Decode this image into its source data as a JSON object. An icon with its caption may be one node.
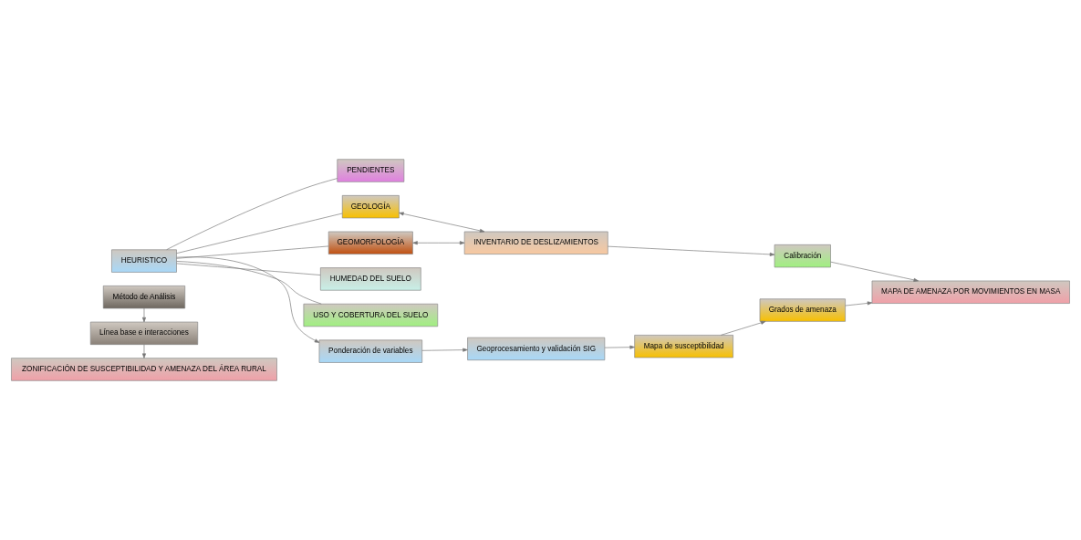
{
  "diagram": {
    "nodes": [
      {
        "text": [
          "Método de Análisis"
        ]
      },
      {
        "text": [
          "Línea base e interacciones"
        ]
      },
      {
        "text": [
          "ZONIFICACIÓN DE SUSCEPTIBILIDAD Y AMENAZA DEL ÁREA RURAL"
        ]
      },
      {
        "text": [
          "HEURISTICO"
        ]
      },
      {
        "text": [
          "PENDIENTES"
        ]
      },
      {
        "text": [
          "GEOLOGÍA"
        ]
      },
      {
        "text": [
          "GEOMORFOLOGÍA"
        ]
      },
      {
        "text": [
          "HUMEDAD DEL SUELO"
        ]
      },
      {
        "text": [
          "USO Y COBERTURA DEL SUELO"
        ]
      },
      {
        "text": [
          "INVENTARIO DE DESLIZAMIENTOS"
        ]
      },
      {
        "text": [
          "Geoprocesamiento y validación SIG"
        ]
      },
      {
        "text": [
          "Ponderación de variables"
        ]
      },
      {
        "text": [
          "Mapa de susceptibilidad"
        ]
      },
      {
        "text": [
          "Grados de amenaza"
        ]
      },
      {
        "text": [
          "MAPA DE AMENAZA POR MOVIMIENTOS EN MASA"
        ]
      },
      {
        "text": [
          "Calibración"
        ]
      }
    ],
    "edges": [
      {
        "from": 0,
        "to": 1,
        "arrow": "to"
      },
      {
        "from": 1,
        "to": 2,
        "arrow": "to"
      },
      {
        "from": 3,
        "to": 4,
        "arrow": "none"
      },
      {
        "from": 3,
        "to": 5,
        "arrow": "none"
      },
      {
        "from": 3,
        "to": 6,
        "arrow": "none"
      },
      {
        "from": 3,
        "to": 7,
        "arrow": "none"
      },
      {
        "from": 3,
        "to": 8,
        "arrow": "none"
      },
      {
        "from": 3,
        "to": 11,
        "arrow": "to"
      },
      {
        "from": 5,
        "to": 9,
        "arrow": "both"
      },
      {
        "from": 6,
        "to": 9,
        "arrow": "both"
      },
      {
        "from": 9,
        "to": 15,
        "arrow": "to"
      },
      {
        "from": 11,
        "to": 10,
        "arrow": "to"
      },
      {
        "from": 10,
        "to": 12,
        "arrow": "to"
      },
      {
        "from": 12,
        "to": 13,
        "arrow": "to"
      },
      {
        "from": 13,
        "to": 14,
        "arrow": "to"
      },
      {
        "from": 15,
        "to": 14,
        "arrow": "to"
      }
    ]
  }
}
